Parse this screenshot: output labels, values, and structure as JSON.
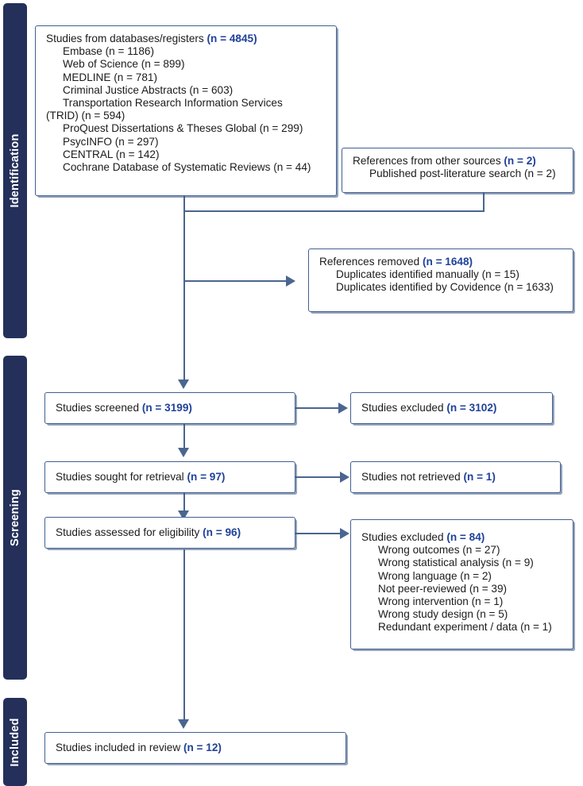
{
  "phases": [
    {
      "label": "Identification"
    },
    {
      "label": "Screening"
    },
    {
      "label": "Included"
    }
  ],
  "boxes": {
    "databases": {
      "title_text": "Studies from databases/registers ",
      "title_count": "(n = 4845)",
      "items": [
        "Embase (n = 1186)",
        "Web of Science (n = 899)",
        "MEDLINE (n = 781)",
        "Criminal Justice Abstracts (n = 603)",
        "Transportation Research Information Services",
        "(TRID) (n = 594)",
        "ProQuest Dissertations & Theses Global (n = 299)",
        "PsycINFO (n = 297)",
        "CENTRAL (n = 142)",
        "Cochrane Database of Systematic Reviews (n = 44)"
      ]
    },
    "other_sources": {
      "title_text": "References from other sources ",
      "title_count": "(n = 2)",
      "items": [
        "Published post-literature search (n = 2)"
      ]
    },
    "removed": {
      "title_text": "References removed ",
      "title_count": "(n = 1648)",
      "items": [
        "Duplicates identified manually (n = 15)",
        "Duplicates identified by Covidence (n = 1633)"
      ]
    },
    "screened": {
      "title_text": "Studies screened ",
      "title_count": "(n = 3199)",
      "items": []
    },
    "screened_excluded": {
      "title_text": "Studies excluded ",
      "title_count": "(n = 3102)",
      "items": []
    },
    "sought": {
      "title_text": "Studies sought for retrieval ",
      "title_count": "(n = 97)",
      "items": []
    },
    "not_retrieved": {
      "title_text": "Studies not retrieved ",
      "title_count": "(n = 1)",
      "items": []
    },
    "assessed": {
      "title_text": "Studies assessed for eligibility ",
      "title_count": "(n = 96)",
      "items": []
    },
    "eligibility_excluded": {
      "title_text": "Studies excluded ",
      "title_count": "(n = 84)",
      "items": [
        "Wrong outcomes (n = 27)",
        "Wrong statistical analysis (n = 9)",
        "Wrong language (n = 2)",
        "Not peer-reviewed (n = 39)",
        "Wrong intervention (n = 1)",
        "Wrong study design (n = 5)",
        "Redundant experiment / data (n = 1)"
      ]
    },
    "included": {
      "title_text": "Studies included in review ",
      "title_count": "(n = 12)",
      "items": []
    }
  },
  "colors": {
    "phase_bar": "#24305a",
    "box_border": "#41608f",
    "connector": "#4a6590",
    "count_text": "#1f4199",
    "body_text": "#1b1b1b",
    "background": "#ffffff"
  }
}
